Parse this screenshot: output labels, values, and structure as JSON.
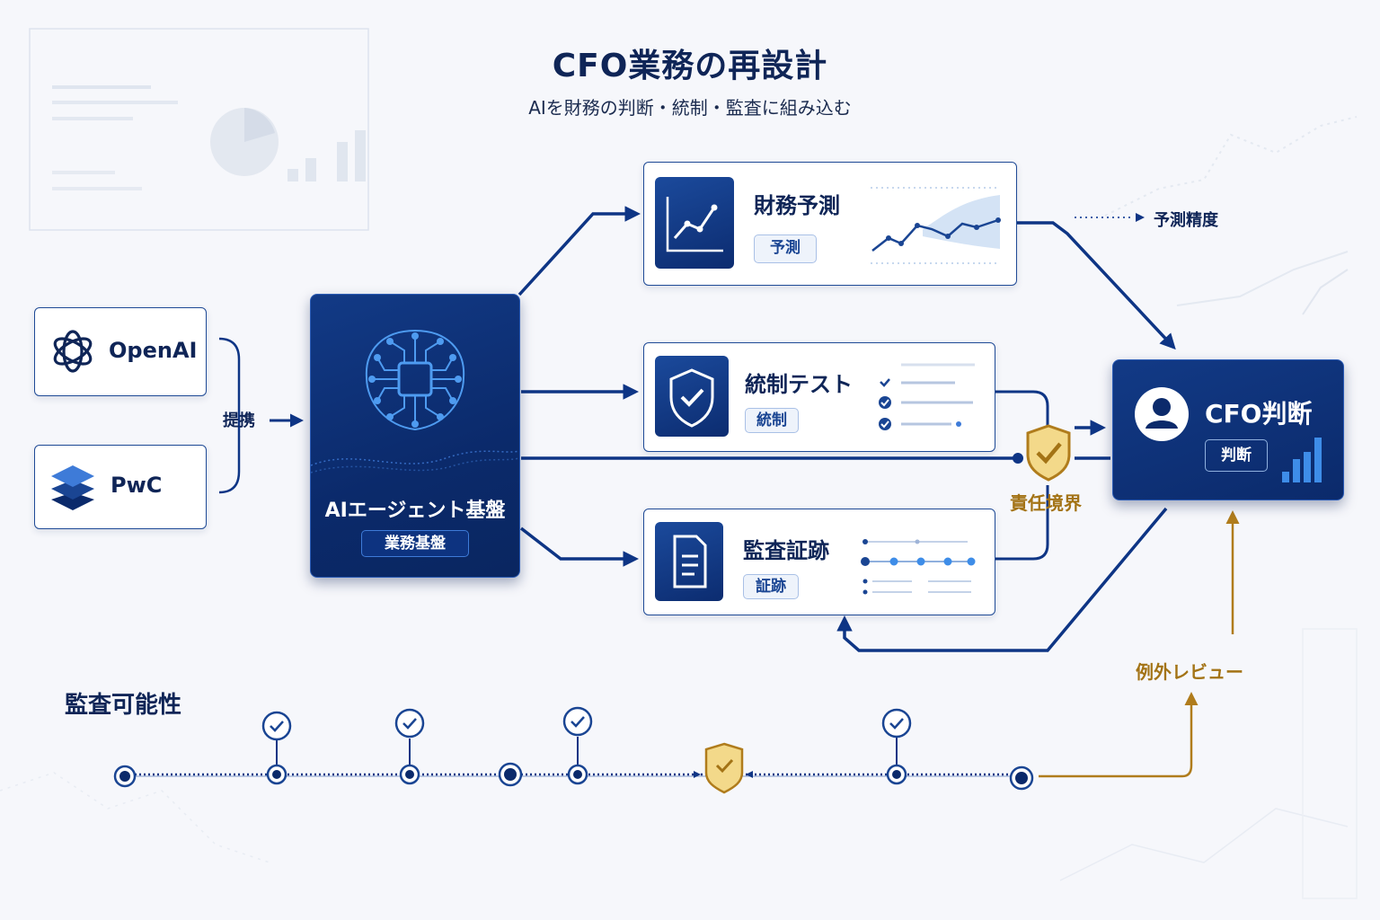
{
  "header": {
    "title": "CFO業務の再設計",
    "subtitle": "AIを財務の判断・統制・監査に組み込む"
  },
  "partners": {
    "openai": {
      "label": "OpenAI",
      "icon": "openai-logo-icon"
    },
    "pwc": {
      "label": "PwC",
      "icon": "pwc-layers-icon"
    },
    "connector_label": "提携"
  },
  "core": {
    "title": "AIエージェント基盤",
    "badge": "業務基盤",
    "icon": "ai-brain-chip-icon"
  },
  "modules": [
    {
      "title": "財務予測",
      "badge": "予測",
      "icon": "line-chart-icon"
    },
    {
      "title": "統制テスト",
      "badge": "統制",
      "icon": "shield-check-icon"
    },
    {
      "title": "監査証跡",
      "badge": "証跡",
      "icon": "document-icon"
    }
  ],
  "outcome": {
    "title": "CFO判断",
    "badge": "判断",
    "icon": "user-avatar-icon"
  },
  "annotations": {
    "forecast_accuracy": "予測精度",
    "responsibility_boundary": "責任境界",
    "exception_review": "例外レビュー"
  },
  "timeline": {
    "label": "監査可能性"
  },
  "colors": {
    "navy": "#0f2557",
    "blue": "#1a4593",
    "accent": "#3e7bd8",
    "gold": "#a37315",
    "gold_fill": "#f3d98a",
    "background": "#f6f7fb"
  }
}
